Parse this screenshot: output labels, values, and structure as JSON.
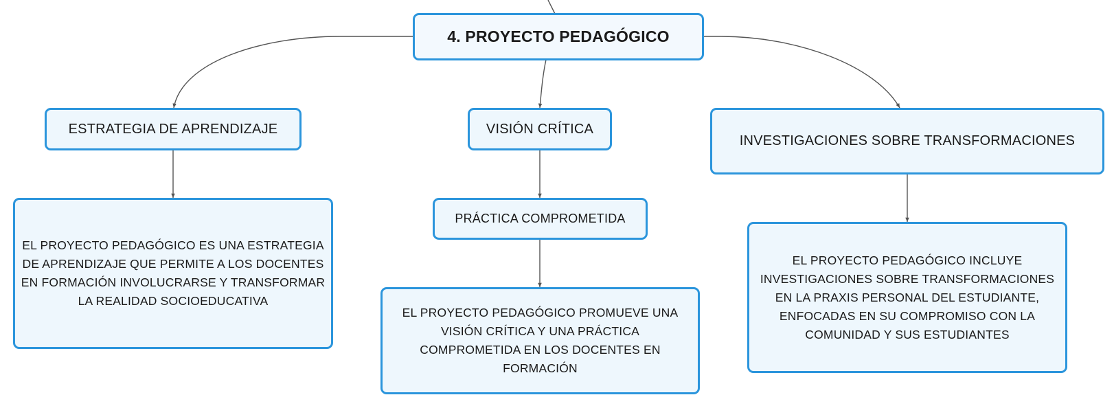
{
  "diagram": {
    "root": "4. PROYECTO PEDAGÓGICO",
    "branches": {
      "left": {
        "title": "ESTRATEGIA DE APRENDIZAJE",
        "detail": "EL PROYECTO PEDAGÓGICO ES UNA ESTRATEGIA DE APRENDIZAJE QUE PERMITE A LOS DOCENTES EN FORMACIÓN INVOLUCRARSE Y TRANSFORMAR LA REALIDAD SOCIOEDUCATIVA"
      },
      "center": {
        "title": "VISIÓN CRÍTICA",
        "subtitle": "PRÁCTICA COMPROMETIDA",
        "detail": "EL PROYECTO PEDAGÓGICO PROMUEVE UNA VISIÓN CRÍTICA Y UNA PRÁCTICA COMPROMETIDA EN LOS DOCENTES EN FORMACIÓN"
      },
      "right": {
        "title": "INVESTIGACIONES SOBRE TRANSFORMACIONES",
        "detail": "EL PROYECTO PEDAGÓGICO INCLUYE INVESTIGACIONES SOBRE TRANSFORMACIONES EN LA PRAXIS PERSONAL DEL ESTUDIANTE, ENFOCADAS EN SU COMPROMISO CON LA COMUNIDAD Y SUS ESTUDIANTES"
      }
    },
    "colors": {
      "border": "#2b95dc",
      "fill": "#eef7fd",
      "connector": "#555555"
    }
  }
}
